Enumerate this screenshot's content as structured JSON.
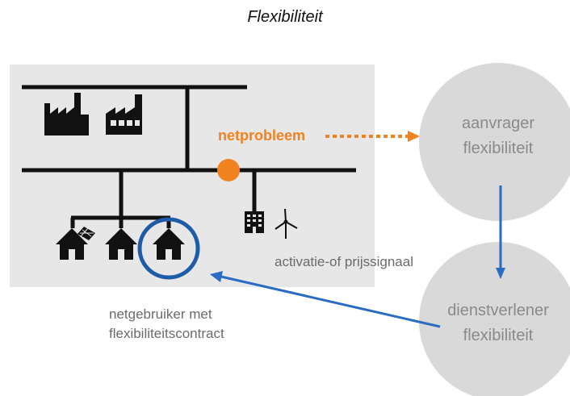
{
  "title": "Flexibiliteit",
  "labels": {
    "netprobleem": "netprobleem",
    "signal": "activatie-of prijssignaal",
    "user_line1": "netgebruiker met",
    "user_line2": "flexibiliteitscontract"
  },
  "circles": {
    "requester_line1": "aanvrager",
    "requester_line2": "flexibiliteit",
    "provider_line1": "dienstverlener",
    "provider_line2": "flexibiliteit"
  },
  "icons": [
    "factory-icon",
    "factory-icon",
    "house-icon",
    "house-icon",
    "house-icon",
    "solar-panel-icon",
    "office-building-icon",
    "wind-turbine-icon"
  ],
  "colors": {
    "panel": "#e7e7e7",
    "grid_line": "#111111",
    "problem": "#f08320",
    "highlight": "#1f5ca8",
    "arrow": "#2a6cc2",
    "circle": "#d9d9d9"
  }
}
